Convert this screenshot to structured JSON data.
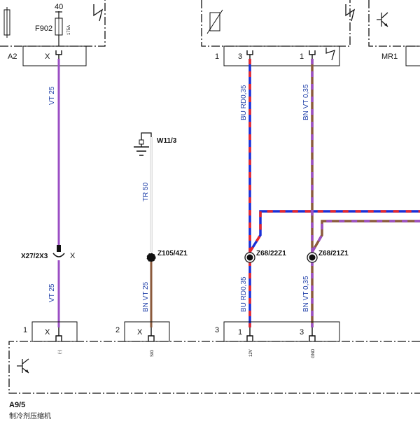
{
  "fuse": {
    "id": "F902",
    "number": "40",
    "rating": "175A"
  },
  "connectors": {
    "a2": {
      "name": "A2",
      "pin": "X"
    },
    "top_left_pin": "1",
    "top_mid_pin": "3",
    "top_right_pin": "1",
    "mr1": {
      "name": "MR1"
    },
    "bottom_1": {
      "num": "1",
      "pin": "X",
      "signal": "(-)"
    },
    "bottom_2": {
      "num": "2",
      "pin": "X",
      "signal": "SIG"
    },
    "bottom_3": {
      "num": "3",
      "pin_a": "1",
      "pin_b": "3",
      "signal_a": "12V",
      "signal_b": "GND"
    }
  },
  "wires": {
    "vt_upper": "VT  25",
    "vt_lower": "VT  25",
    "tr": "TR  50",
    "bn_vt_left": "BN VT 25",
    "bu_rd_upper": "BU RD0,35",
    "bn_vt_upper": "BN VT 0,35",
    "bu_rd_lower": "BU RD0,35",
    "bn_vt_lower": "BN VT 0,35"
  },
  "ground": {
    "id": "W11/3"
  },
  "splices": {
    "x27": {
      "id": "X27/2X3",
      "suffix": "X"
    },
    "z105": {
      "id": "Z105/4Z1"
    },
    "z68_22": {
      "id": "Z68/22Z1"
    },
    "z68_21": {
      "id": "Z68/21Z1"
    }
  },
  "component": {
    "id": "A9/5",
    "description": "制冷剂压缩机"
  },
  "colors": {
    "violet": "#9b4fc4",
    "blue": "#1a2fd6",
    "red": "#e8262a",
    "brown": "#8b5a3c",
    "white": "#ffffff"
  }
}
